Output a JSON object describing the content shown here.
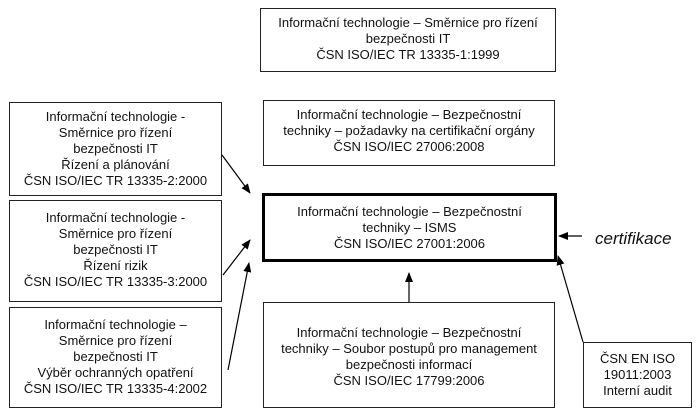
{
  "boxes": {
    "top": [
      "Informační technologie – Směrnice pro řízení",
      "bezpečnosti IT",
      "ČSN ISO/IEC TR 13335-1:1999"
    ],
    "cert_bodies": [
      "Informační technologie – Bezpečnostní",
      "techniky – požadavky na certifikační orgány",
      "ČSN ISO/IEC 27006:2008"
    ],
    "main": [
      "Informační technologie – Bezpečnostní",
      "techniky – ISMS",
      "ČSN ISO/IEC 27001:2006"
    ],
    "code_of_practice": [
      "Informační technologie – Bezpečnostní",
      "techniky – Soubor postupů pro management",
      "bezpečnosti informací",
      "ČSN ISO/IEC 17799:2006"
    ],
    "audit": [
      "ČSN EN ISO",
      "19011:2003",
      "Interní audit"
    ],
    "left1": [
      "Informační technologie -",
      "Směrnice pro řízení",
      "bezpečnosti IT",
      "Řízení a plánování",
      "ČSN ISO/IEC TR 13335-2:2000"
    ],
    "left2": [
      "Informační technologie -",
      "Směrnice pro řízení",
      "bezpečnosti IT",
      "Řízení rizik",
      "ČSN ISO/IEC TR 13335-3:2000"
    ],
    "left3": [
      "Informační technologie –",
      "Směrnice pro řízení",
      "bezpečnosti IT",
      "Výběr ochranných opatření",
      "ČSN ISO/IEC TR 13335-4:2002"
    ]
  },
  "certification_label": "certifikace"
}
